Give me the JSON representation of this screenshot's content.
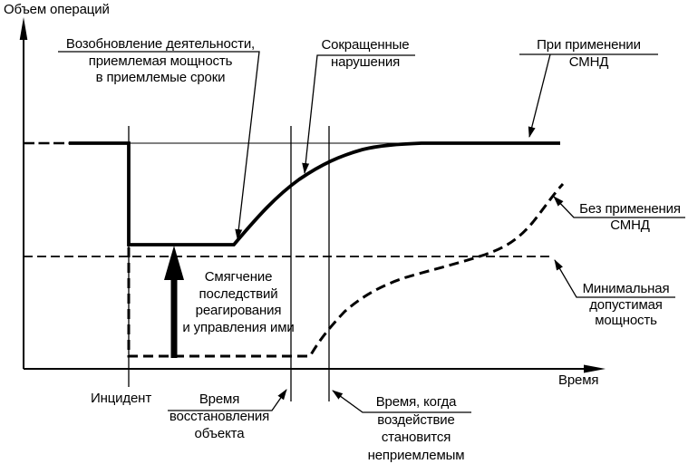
{
  "axes": {
    "y_label": "Объем операций",
    "x_label": "Время"
  },
  "labels": {
    "resume": "Возобновление деятельности,\nприемлемая мощность\nв приемлемые сроки",
    "reduced_disruptions": "Сокращенные\nнарушения",
    "with_smnd": "При применении\nСМНД",
    "mitigation": "Смягчение\nпоследствий\nреагирования\nи управления ими",
    "without_smnd": "Без применения\nСМНД",
    "min_capacity": "Минимальная\nдопустимая\nмощность",
    "incident": "Инцидент",
    "recovery_time": "Время\nвосстановления\nобъекта",
    "impact_time": "Время, когда\nвоздействие\nстановится\nнеприемлемым"
  },
  "colors": {
    "ink": "#000000",
    "background": "#ffffff"
  }
}
